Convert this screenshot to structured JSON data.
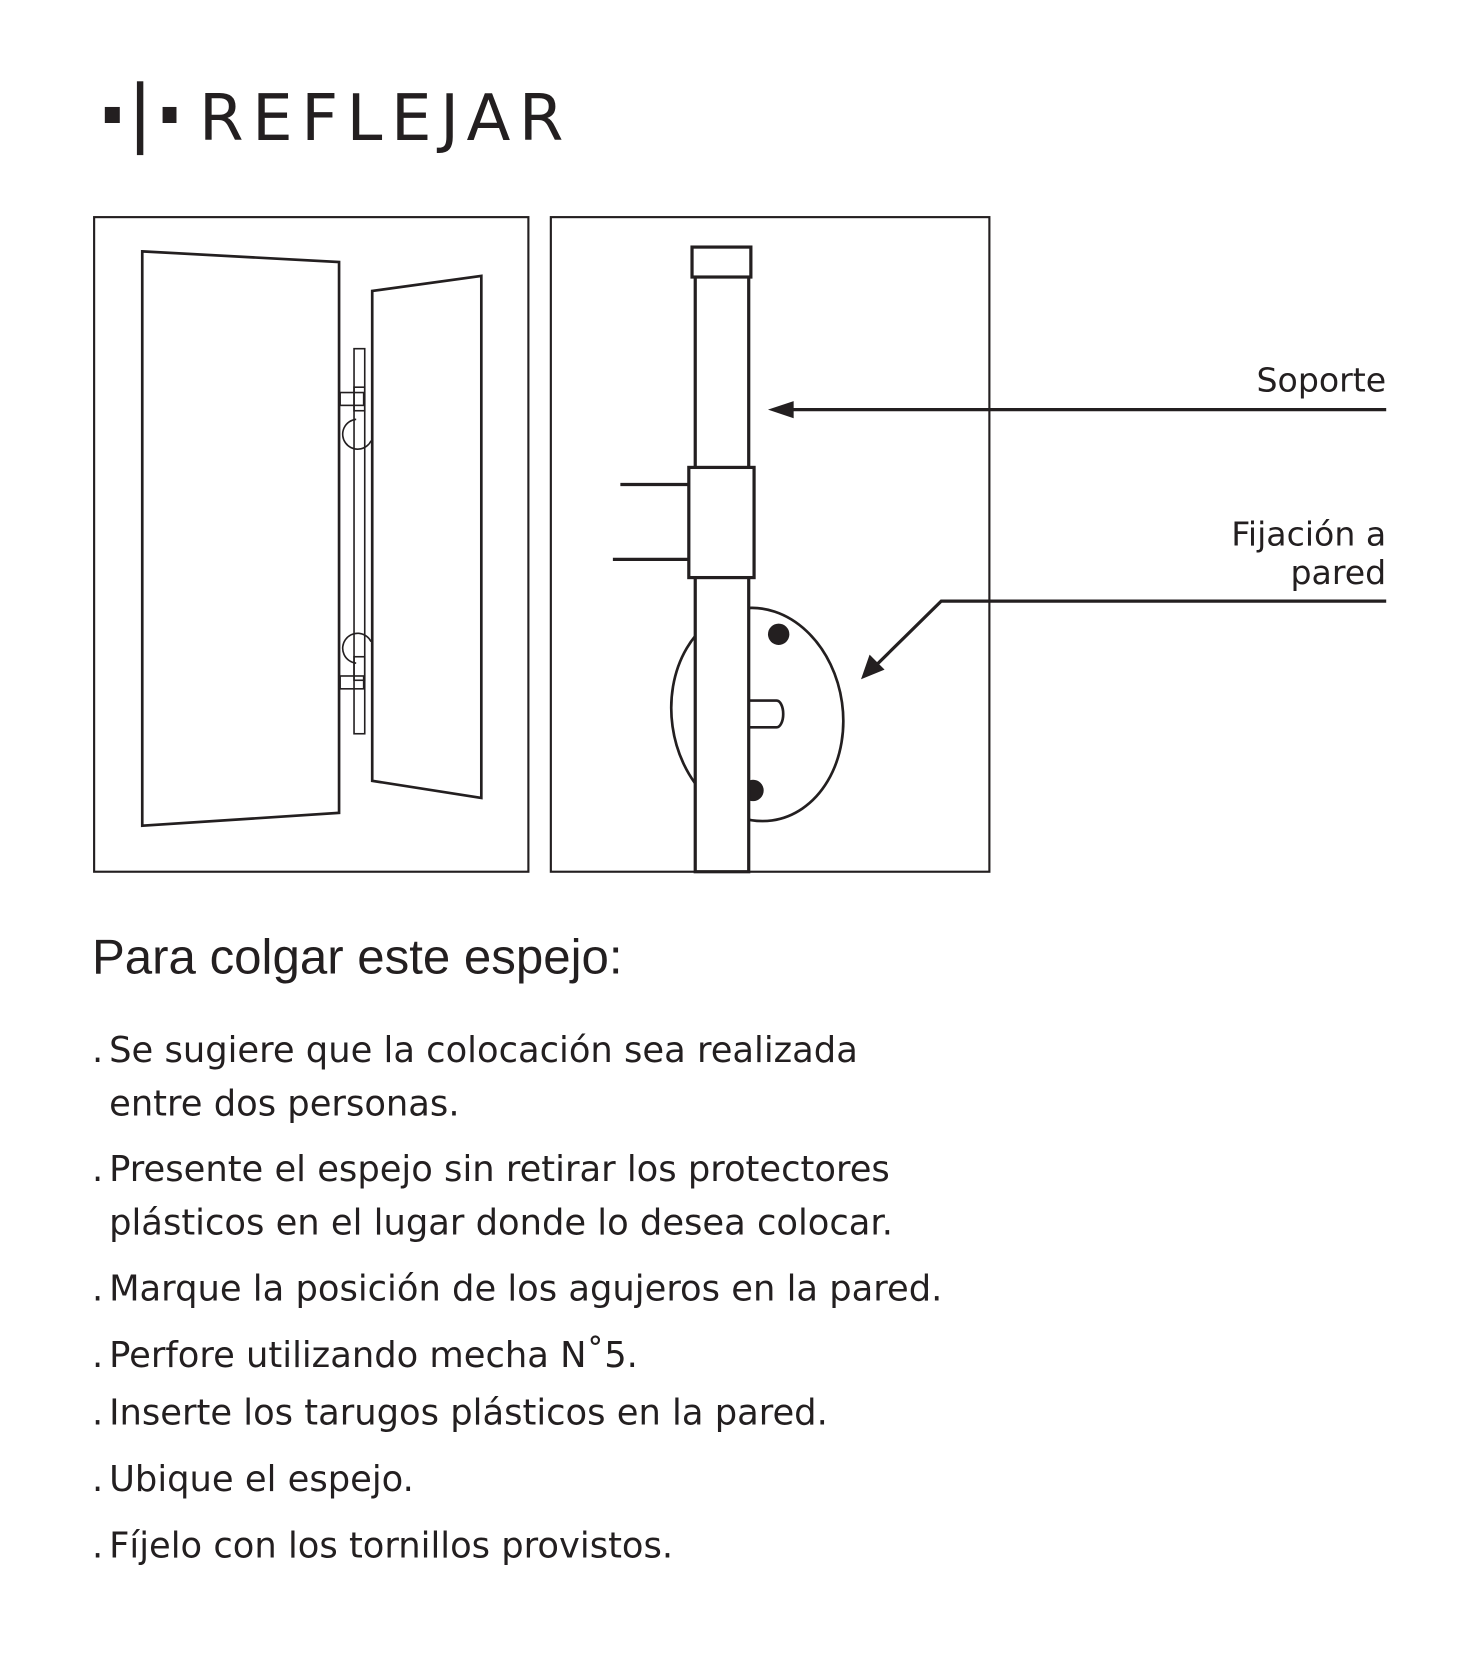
{
  "brand": {
    "name": "REFLEJAR"
  },
  "diagram": {
    "labels": {
      "support": "Soporte",
      "wall_fixing_line1": "Fijación a",
      "wall_fixing_line2": "pared"
    }
  },
  "instructions": {
    "heading": "Para colgar este espejo:",
    "bullet": ".",
    "steps": [
      {
        "line1": "Se sugiere que la colocación sea realizada",
        "line2": "entre dos personas."
      },
      {
        "line1": "Presente el espejo sin retirar los protectores",
        "line2": "plásticos en el lugar donde lo desea colocar."
      },
      {
        "line1": "Marque la posición de los agujeros en la pared."
      },
      {
        "line1": "Perfore utilizando mecha N˚5."
      },
      {
        "line1": "Inserte los tarugos plásticos en la pared."
      },
      {
        "line1": "Ubique el espejo."
      },
      {
        "line1": "Fíjelo con los tornillos provistos."
      }
    ]
  }
}
